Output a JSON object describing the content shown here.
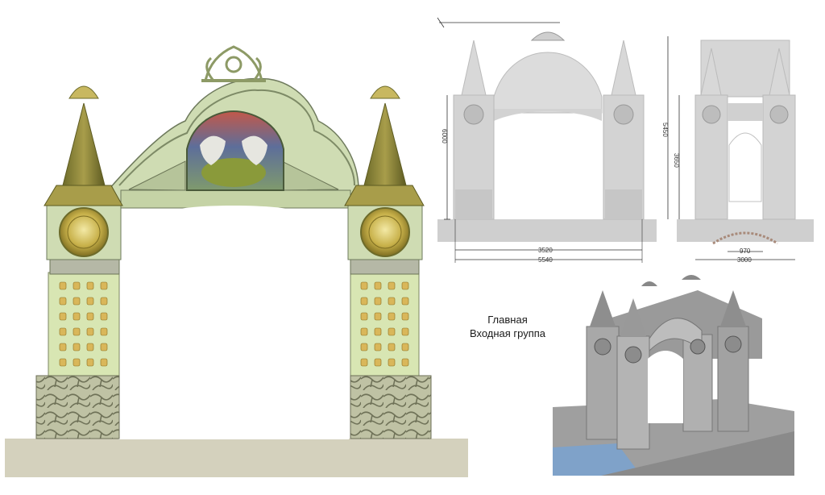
{
  "title": {
    "line1": "Главная",
    "line2": "Входная группа"
  },
  "front_view": {
    "dim_height_total": "6000",
    "dim_width_inner": "3520",
    "dim_width_total": "5540"
  },
  "side_view": {
    "dim_height_total": "5450",
    "dim_height_opening": "3650",
    "dim_width_inner": "970",
    "dim_width_total": "3000"
  },
  "colors": {
    "stone_green": "#cfdcb3",
    "gold": "#9a8a3a",
    "ground": "#d4d1bd",
    "gray_render": "#c9c9c9",
    "dimension": "#333333"
  }
}
